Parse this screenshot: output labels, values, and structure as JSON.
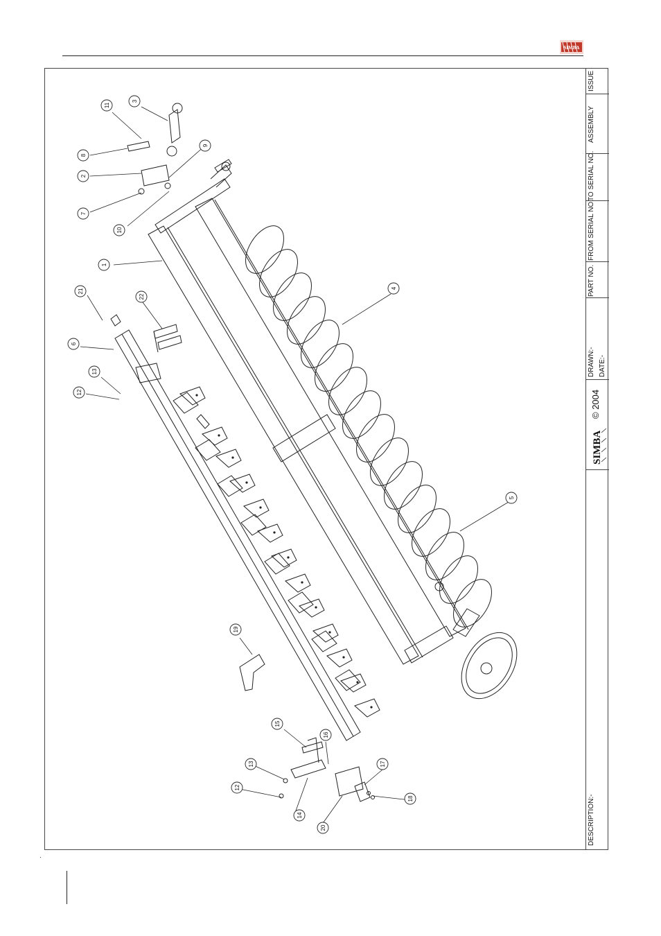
{
  "header": {
    "brand_logo": "SIMBA",
    "brand_color": "#c0392b"
  },
  "title_block": {
    "issue_label": "ISSUE",
    "assembly_label": "ASSEMBLY",
    "to_serial_label": "TO SERIAL NO.",
    "from_serial_label": "FROM SERIAL NO.",
    "part_no_label": "PART NO.",
    "drawn_label": "DRAWN:-",
    "date_label": "DATE:-",
    "logo_text": "SIMBA",
    "copyright": "© 2004",
    "description_label": "DESCRIPTION:-"
  },
  "callouts": [
    "1",
    "2",
    "3",
    "4",
    "5",
    "6",
    "7",
    "8",
    "9",
    "10",
    "11",
    "12",
    "13",
    "14",
    "15",
    "16",
    "17",
    "18",
    "19",
    "20",
    "21",
    "22",
    "12",
    "13"
  ]
}
